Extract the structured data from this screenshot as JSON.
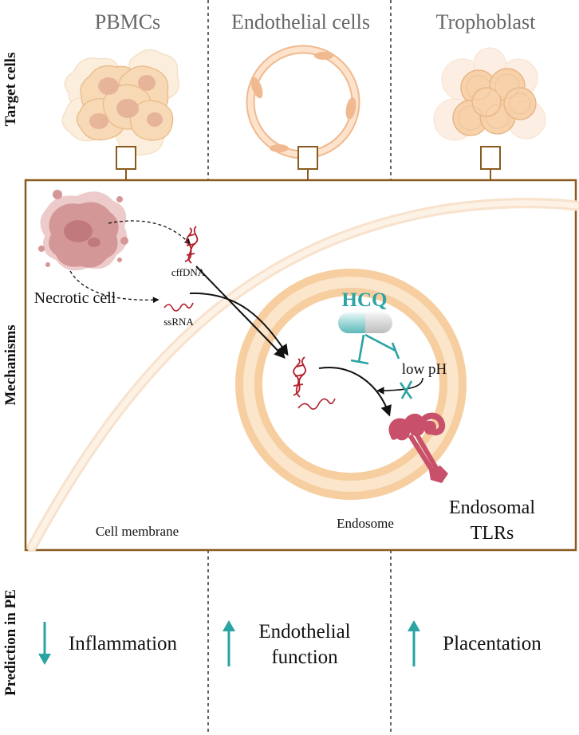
{
  "columns": {
    "pbmcs": "PBMCs",
    "endothelial": "Endothelial cells",
    "trophoblast": "Trophoblast"
  },
  "row_labels": {
    "target_cells": "Target cells",
    "mechanisms": "Mechanisms",
    "prediction": "Prediction in PE"
  },
  "mechanism": {
    "necrotic_cell": "Necrotic cell",
    "cffdna": "cffDNA",
    "ssrna": "ssRNA",
    "hcq": "HCQ",
    "low_ph": "low pH",
    "endosome": "Endosome",
    "cell_membrane": "Cell membrane",
    "endosomal_line1": "Endosomal",
    "endosomal_line2": "TLRs"
  },
  "predictions": {
    "inflammation": "Inflammation",
    "endothelial_line1": "Endothelial",
    "endothelial_line2": "function",
    "placentation": "Placentation"
  },
  "colors": {
    "frame": "#8a5a1e",
    "teal": "#2aa3a3",
    "membrane": "#f6d9b8",
    "endosome": "#f4c99a",
    "tlr": "#c8506a",
    "dna": "#b01e2a"
  }
}
